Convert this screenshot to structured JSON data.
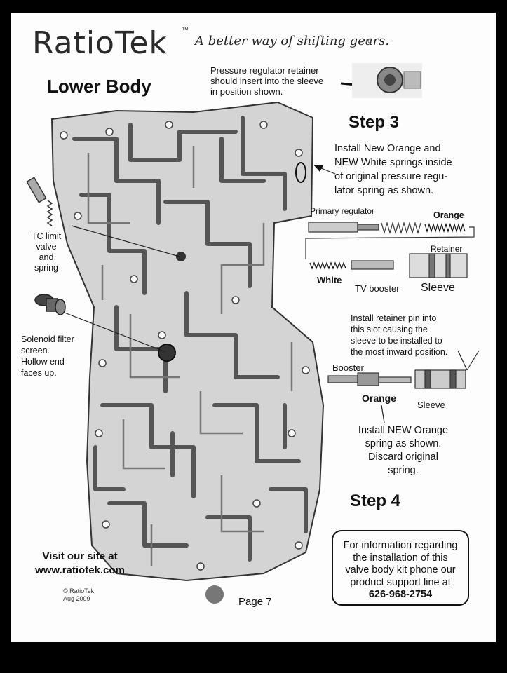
{
  "brand": {
    "name": "RatioTek",
    "trademark": "™",
    "tagline": "A better way of shifting gears.",
    "tagline_mark": "-rq"
  },
  "title": "Lower Body",
  "callouts": {
    "pressure_retainer": [
      "Pressure regulator retainer",
      "should insert into the sleeve",
      "in position shown."
    ],
    "tc_limit": [
      "TC limit valve",
      "and",
      "spring"
    ],
    "solenoid": [
      "Solenoid filter",
      "screen.",
      "Hollow end",
      "faces up."
    ]
  },
  "step3": {
    "heading": "Step 3",
    "text": [
      "Install New Orange and",
      "NEW White springs inside",
      "of original pressure regu-",
      "lator spring as shown."
    ],
    "labels": {
      "primary_regulator": "Primary regulator",
      "orange": "Orange",
      "retainer": "Retainer",
      "white": "White",
      "tv_booster": "TV booster",
      "sleeve": "Sleeve"
    }
  },
  "step4": {
    "heading": "Step 4",
    "pin_text": [
      "Install retainer pin into",
      "this slot causing the",
      "sleeve to be installed to",
      "the most inward position."
    ],
    "labels": {
      "booster": "Booster",
      "orange": "Orange",
      "sleeve": "Sleeve"
    },
    "text": [
      "Install NEW Orange",
      "spring as shown.",
      "Discard original",
      "spring."
    ]
  },
  "footer": {
    "site": [
      "Visit our site at",
      "www.ratiotek.com"
    ],
    "copyright": [
      "© RatioTek",
      "Aug  2009"
    ],
    "page": "Page 7",
    "info": [
      "For information regarding",
      "the installation of this",
      "valve body kit phone our",
      "product support line at"
    ],
    "phone": "626-968-2754"
  }
}
